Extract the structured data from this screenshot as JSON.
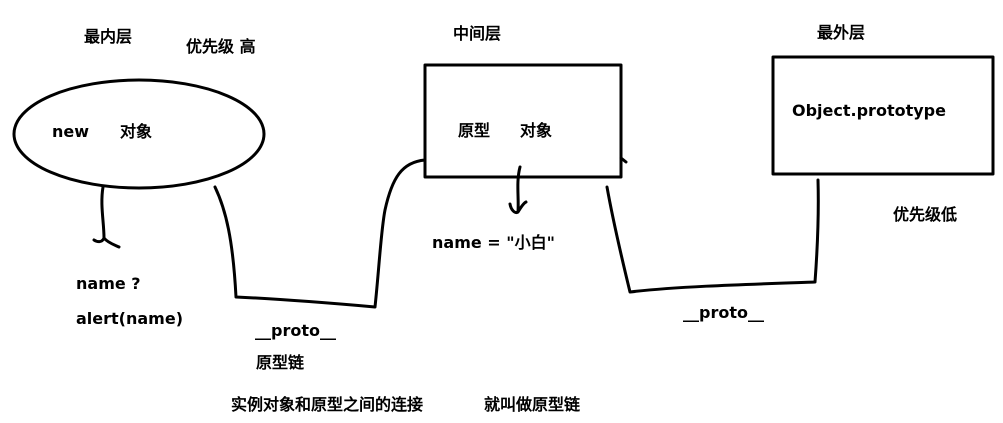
{
  "inner": {
    "title": "最内层",
    "priority": "优先级 高",
    "word_new": "new",
    "word_object": "对象",
    "question": "name  ?",
    "alert": "alert(name)"
  },
  "middle": {
    "title": "中间层",
    "word_proto": "原型",
    "word_object": "对象",
    "name_assign": "name = \"小白\""
  },
  "outer": {
    "title": "最外层",
    "object_prototype": "Object.prototype",
    "priority": "优先级低"
  },
  "links": {
    "proto_left": "__proto__",
    "proto_chain": "原型链",
    "proto_right": "__proto__"
  },
  "caption": {
    "part1": "实例对象和原型之间的连接",
    "part2": "就叫做原型链"
  }
}
